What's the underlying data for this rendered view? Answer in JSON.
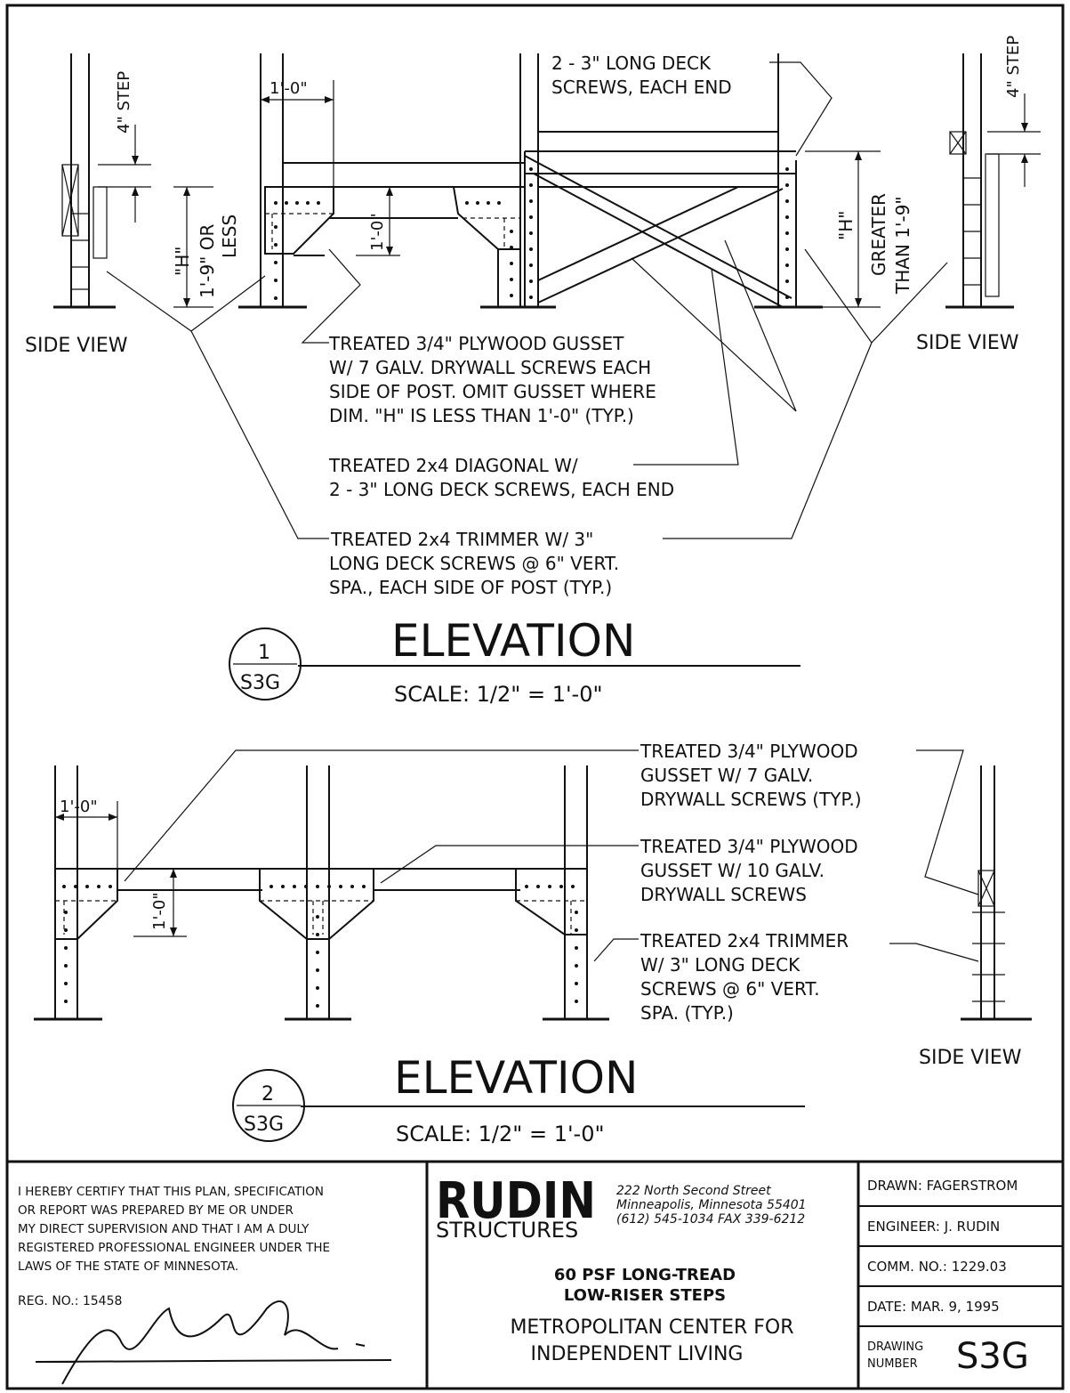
{
  "elevation1": {
    "title": "ELEVATION",
    "scale": "SCALE: 1/2\" = 1'-0\"",
    "bubble_num": "1",
    "bubble_sheet": "S3G",
    "side_view_left": "SIDE VIEW",
    "side_view_right": "SIDE VIEW",
    "step_left": "4\" STEP",
    "step_right": "4\" STEP",
    "dim_1ft_top": "1'-0\"",
    "dim_1ft_vert": "1'-0\"",
    "dim_h_left": "\"H\"",
    "dim_h_less": [
      "1'-9\" OR",
      "LESS"
    ],
    "dim_h_right": "\"H\"",
    "dim_h_greater": [
      "GREATER",
      "THAN 1'-9\""
    ],
    "note_deck_screws": [
      "2 - 3\" LONG DECK",
      "SCREWS, EACH END"
    ],
    "note_gusset": [
      "TREATED 3/4\" PLYWOOD GUSSET",
      "W/ 7 GALV. DRYWALL SCREWS EACH",
      "SIDE OF POST. OMIT GUSSET WHERE",
      "DIM. \"H\" IS LESS THAN 1'-0\" (TYP.)"
    ],
    "note_diagonal": [
      "TREATED 2x4 DIAGONAL W/",
      "2 - 3\" LONG DECK SCREWS, EACH END"
    ],
    "note_trimmer": [
      "TREATED 2x4 TRIMMER W/ 3\"",
      "LONG DECK SCREWS @ 6\" VERT.",
      "SPA., EACH SIDE OF POST (TYP.)"
    ]
  },
  "elevation2": {
    "title": "ELEVATION",
    "scale": "SCALE: 1/2\" = 1'-0\"",
    "bubble_num": "2",
    "bubble_sheet": "S3G",
    "side_view": "SIDE VIEW",
    "dim_1ft_top": "1'-0\"",
    "dim_1ft_vert": "1'-0\"",
    "note_gusset7": [
      "TREATED 3/4\" PLYWOOD",
      "GUSSET W/ 7 GALV.",
      "DRYWALL SCREWS (TYP.)"
    ],
    "note_gusset10": [
      "TREATED 3/4\" PLYWOOD",
      "GUSSET W/ 10 GALV.",
      "DRYWALL SCREWS"
    ],
    "note_trimmer": [
      "TREATED 2x4 TRIMMER",
      "W/ 3\" LONG DECK",
      "SCREWS @ 6\" VERT.",
      "SPA. (TYP.)"
    ]
  },
  "title_block": {
    "certification": [
      "I HEREBY CERTIFY THAT THIS PLAN, SPECIFICATION",
      "OR REPORT WAS PREPARED BY ME OR UNDER",
      "MY DIRECT SUPERVISION AND THAT I AM A DULY",
      "REGISTERED PROFESSIONAL ENGINEER UNDER THE",
      "LAWS OF THE STATE OF MINNESOTA."
    ],
    "reg_no": "REG. NO.: 15458",
    "company_logo": "RUDIN",
    "company_sub": "STRUCTURES",
    "address": [
      "222 North Second Street",
      "Minneapolis, Minnesota 55401",
      "(612) 545-1034  FAX 339-6212"
    ],
    "project_title": [
      "60 PSF LONG-TREAD",
      "LOW-RISER STEPS"
    ],
    "client": [
      "METROPOLITAN CENTER FOR",
      "INDEPENDENT LIVING"
    ],
    "drawn": "DRAWN: FAGERSTROM",
    "engineer": "ENGINEER: J. RUDIN",
    "comm_no": "COMM. NO.: 1229.03",
    "date": "DATE: MAR. 9, 1995",
    "drawing_number_label": [
      "DRAWING",
      "NUMBER"
    ],
    "drawing_number": "S3G"
  }
}
